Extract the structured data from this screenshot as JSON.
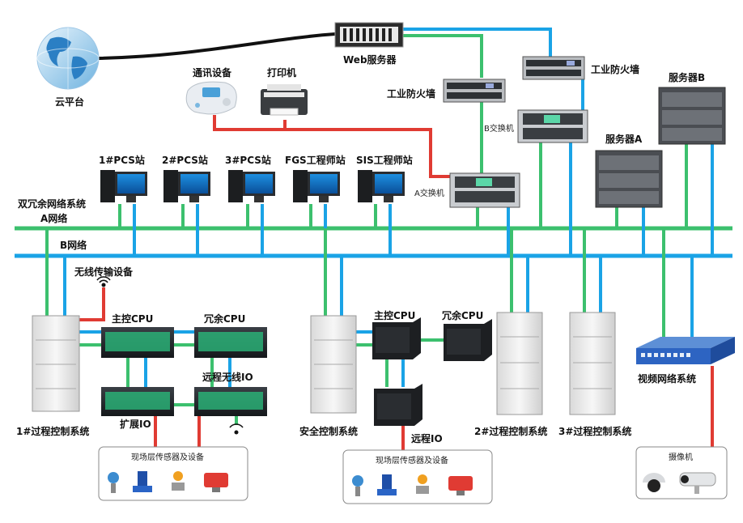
{
  "colors": {
    "net_a": "#3cc06e",
    "net_b": "#1aa3e6",
    "red": "#e03b33",
    "black": "#111111"
  },
  "labels": {
    "cloud": "云平台",
    "web_server": "Web服务器",
    "comm_device": "通讯设备",
    "printer": "打印机",
    "firewall_left": "工业防火墙",
    "firewall_right": "工业防火墙",
    "server_b": "服务器B",
    "server_a": "服务器A",
    "switch_b": "B交换机",
    "switch_a": "A交换机",
    "pcs1": "1#PCS站",
    "pcs2": "2#PCS站",
    "pcs3": "3#PCS站",
    "fgs": "FGS工程师站",
    "sis": "SIS工程师站",
    "dual_net": "双冗余网络系统",
    "net_a": "A网络",
    "net_b": "B网络",
    "wireless": "无线传输设备",
    "main_cpu_1": "主控CPU",
    "redundant_cpu_1": "冗余CPU",
    "expand_io": "扩展IO",
    "remote_wireless_io": "远程无线IO",
    "proc1": "1#过程控制系统",
    "safety": "安全控制系统",
    "main_cpu_2": "主控CPU",
    "redundant_cpu_2": "冗余CPU",
    "remote_io": "远程IO",
    "proc2": "2#过程控制系统",
    "proc3": "3#过程控制系统",
    "video_net": "视频网络系统",
    "field_box_1": "现场层传感器及设备",
    "field_box_2": "现场层传感器及设备",
    "camera": "摄像机"
  }
}
